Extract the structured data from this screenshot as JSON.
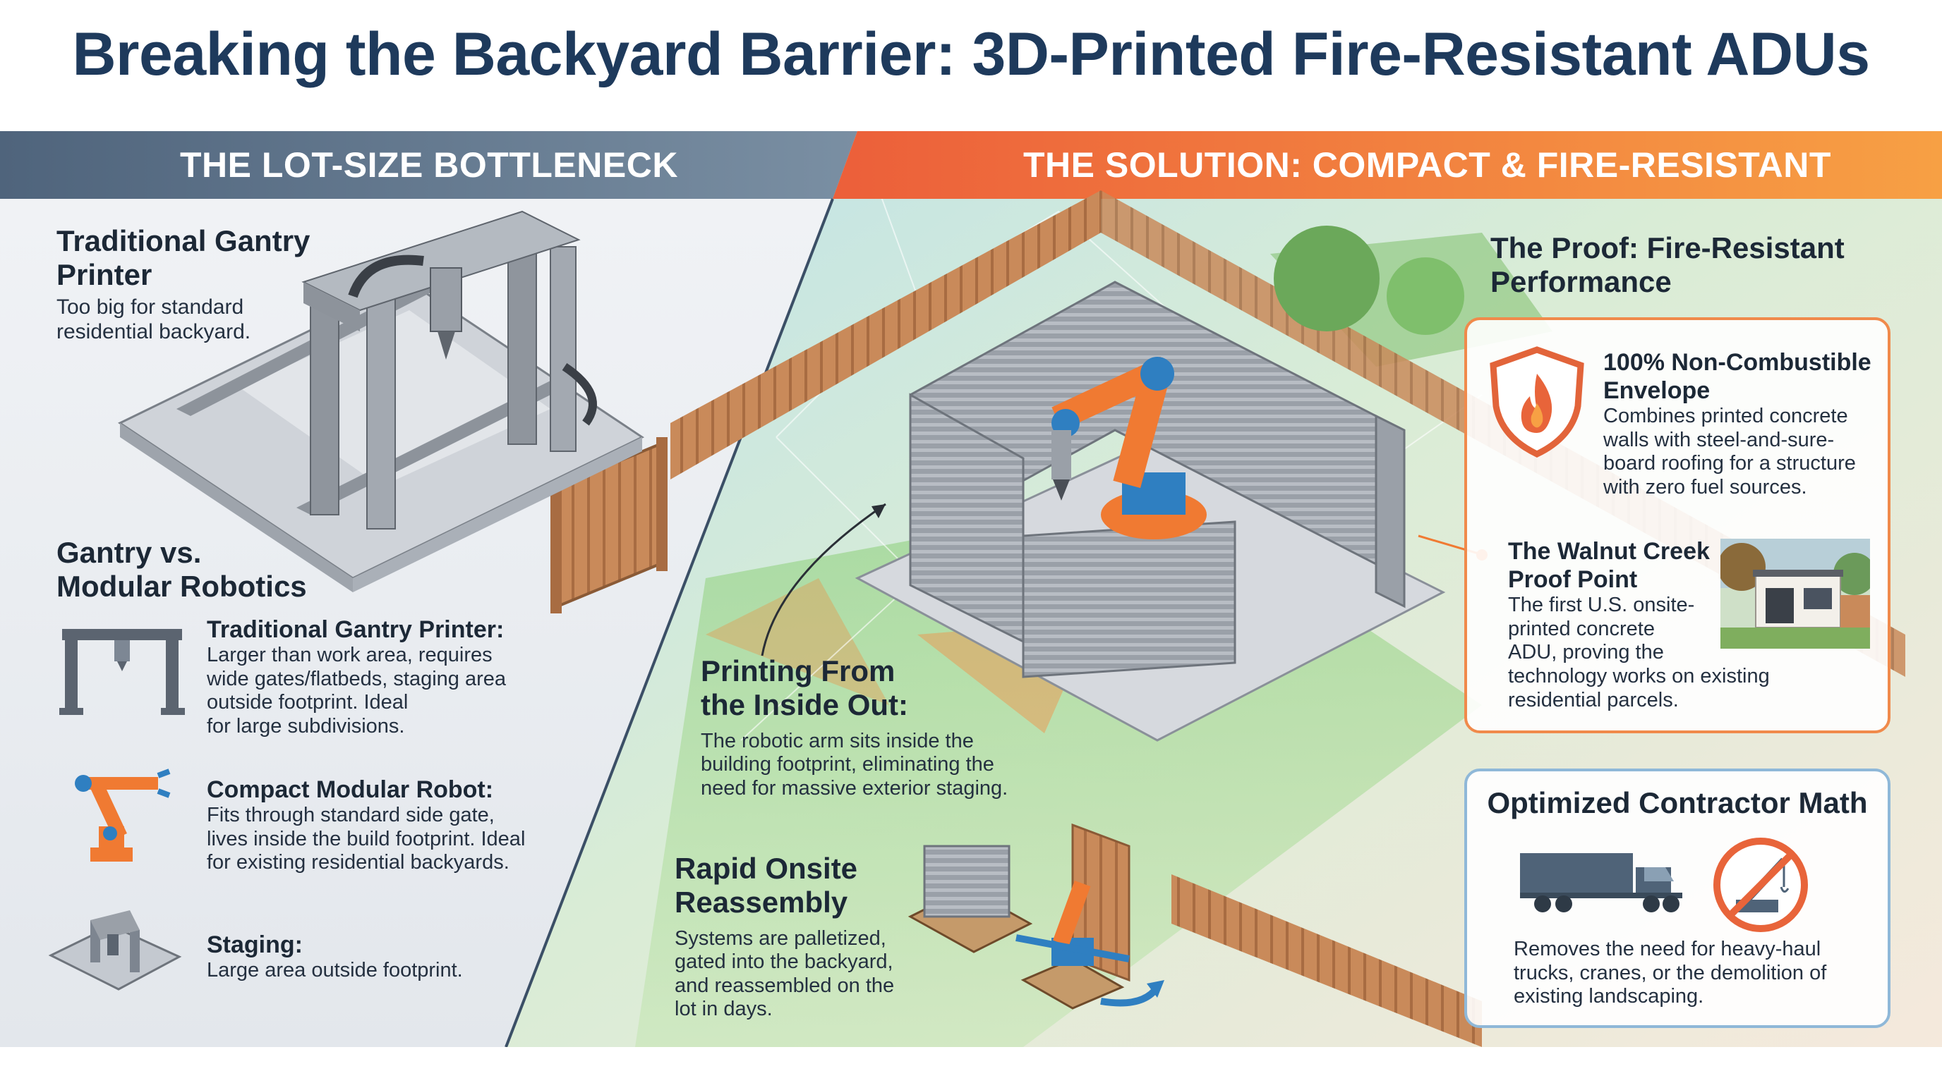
{
  "title": "Breaking the Backyard Barrier: 3D-Printed Fire-Resistant ADUs",
  "colors": {
    "title": "#1e3a5c",
    "left_header": "#5b7188",
    "right_header_start": "#ee6a3c",
    "right_header_end": "#f59a40",
    "accent_orange": "#f07a32",
    "robot_blue": "#2f7fc1",
    "fence": "#c98a5a"
  },
  "left": {
    "header": "THE LOT-SIZE BOTTLENECK",
    "gantry_block": {
      "title_line1": "Traditional Gantry",
      "title_line2": "Printer",
      "desc_line1": "Too big for standard",
      "desc_line2": "residential backyard.",
      "icon": "gantry-printer-illustration"
    },
    "comparison": {
      "title_line1": "Gantry vs.",
      "title_line2": "Modular Robotics",
      "items": [
        {
          "icon": "gantry-frame-icon",
          "title": "Traditional Gantry Printer:",
          "lines": [
            "Larger than work area, requires",
            "wide gates/flatbeds, staging area",
            "outside footprint. Ideal",
            "for large subdivisions."
          ]
        },
        {
          "icon": "robot-arm-icon",
          "title": "Compact Modular Robot:",
          "lines": [
            "Fits through standard side gate,",
            "lives inside the build footprint. Ideal",
            "for existing residential backyards."
          ]
        },
        {
          "icon": "staging-platform-icon",
          "title": "Staging:",
          "lines": [
            "Large area outside footprint."
          ]
        }
      ]
    }
  },
  "right": {
    "header": "THE SOLUTION: COMPACT & FIRE-RESISTANT",
    "printing": {
      "title_line1": "Printing From",
      "title_line2": "the Inside Out:",
      "lines": [
        "The robotic arm sits inside the",
        "building footprint, eliminating the",
        "need for massive exterior staging."
      ]
    },
    "reassembly": {
      "title_line1": "Rapid Onsite",
      "title_line2": "Reassembly",
      "lines": [
        "Systems are palletized,",
        "gated into the backyard,",
        "and reassembled on the",
        "lot in days."
      ]
    },
    "proof": {
      "heading_line1": "The Proof: Fire-Resistant",
      "heading_line2": "Performance",
      "noncombustible": {
        "icon": "fire-shield-icon",
        "title_line1": "100% Non-Combustible",
        "title_line2": "Envelope",
        "lines": [
          "Combines printed concrete",
          "walls with steel-and-sure-",
          "board roofing for a structure",
          "with zero fuel sources."
        ]
      },
      "walnut": {
        "title_line1": "The Walnut Creek",
        "title_line2": "Proof Point",
        "lines": [
          "The first U.S. onsite-",
          "printed concrete",
          "ADU, proving the",
          "technology works on existing",
          "residential parcels."
        ],
        "photo": "adu-photo"
      }
    },
    "contractor": {
      "title": "Optimized Contractor Math",
      "icons": [
        "truck-icon",
        "no-crane-icon"
      ],
      "lines": [
        "Removes the need for heavy-haul",
        "trucks, cranes, or the demolition of",
        "existing landscaping."
      ]
    }
  }
}
